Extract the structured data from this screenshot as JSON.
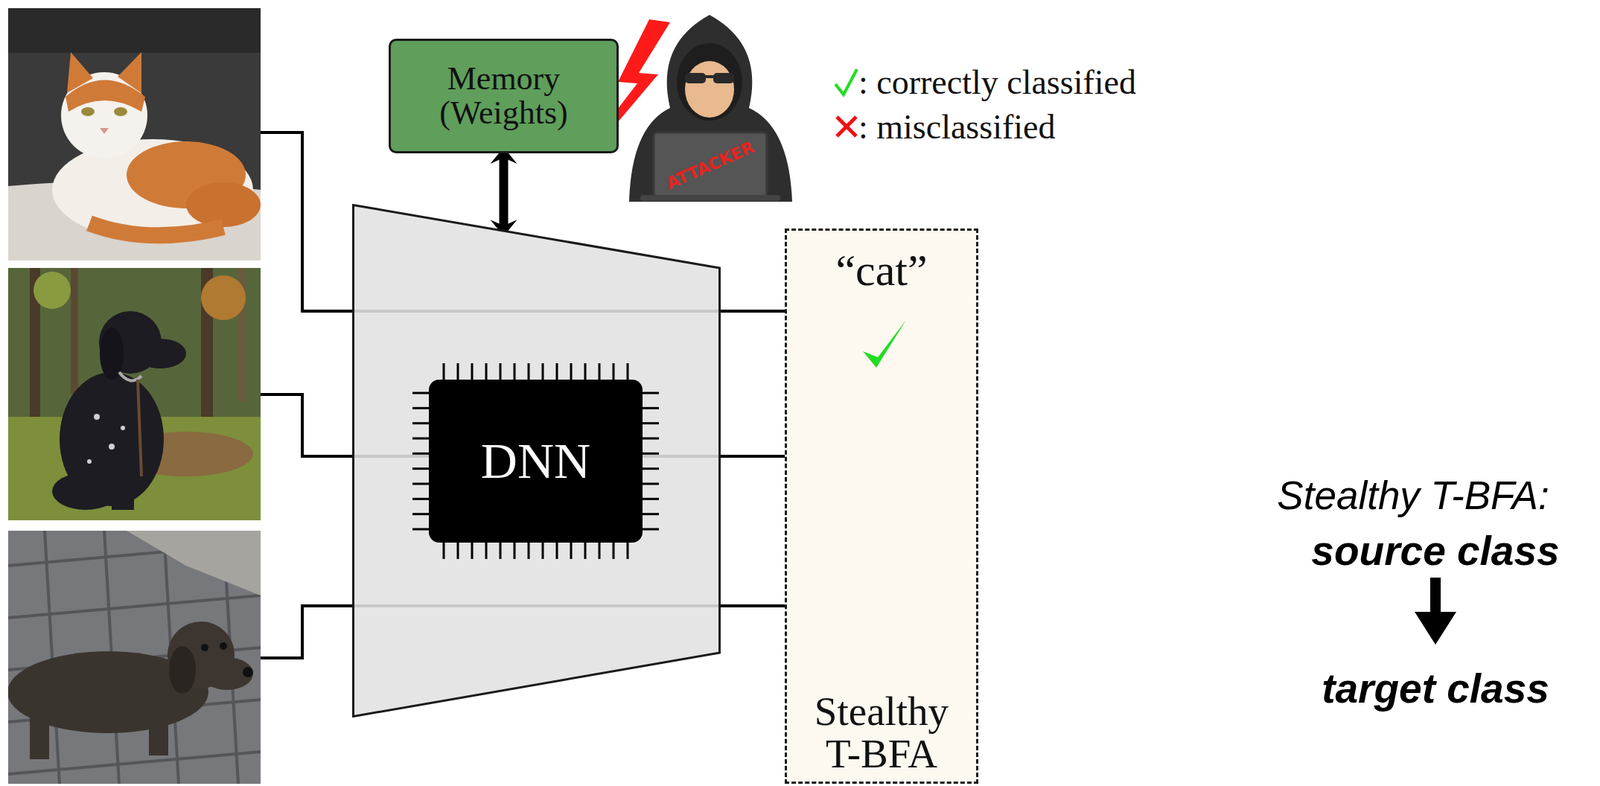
{
  "diagram": {
    "nodes": [
      {
        "text": [
          "Memory (Weights)"
        ]
      },
      {
        "text": [
          "DNN"
        ]
      },
      {
        "text": [
          "“cat”",
          "Stealthy T-BFA"
        ]
      }
    ],
    "edges": [
      {
        "from": 0,
        "to": 1,
        "arrow": "both"
      },
      {
        "from": 1,
        "to": 2,
        "arrow": "to"
      },
      {
        "from": 1,
        "to": 2,
        "arrow": "to"
      },
      {
        "from": 1,
        "to": 2,
        "arrow": "to"
      }
    ],
    "labels": [
      "ATTACKER",
      "Stealthy T-BFA:",
      "source class",
      "target class"
    ],
    "legend": [
      {
        "text": ": correctly classified"
      },
      {
        "text": ": misclassified"
      }
    ]
  }
}
